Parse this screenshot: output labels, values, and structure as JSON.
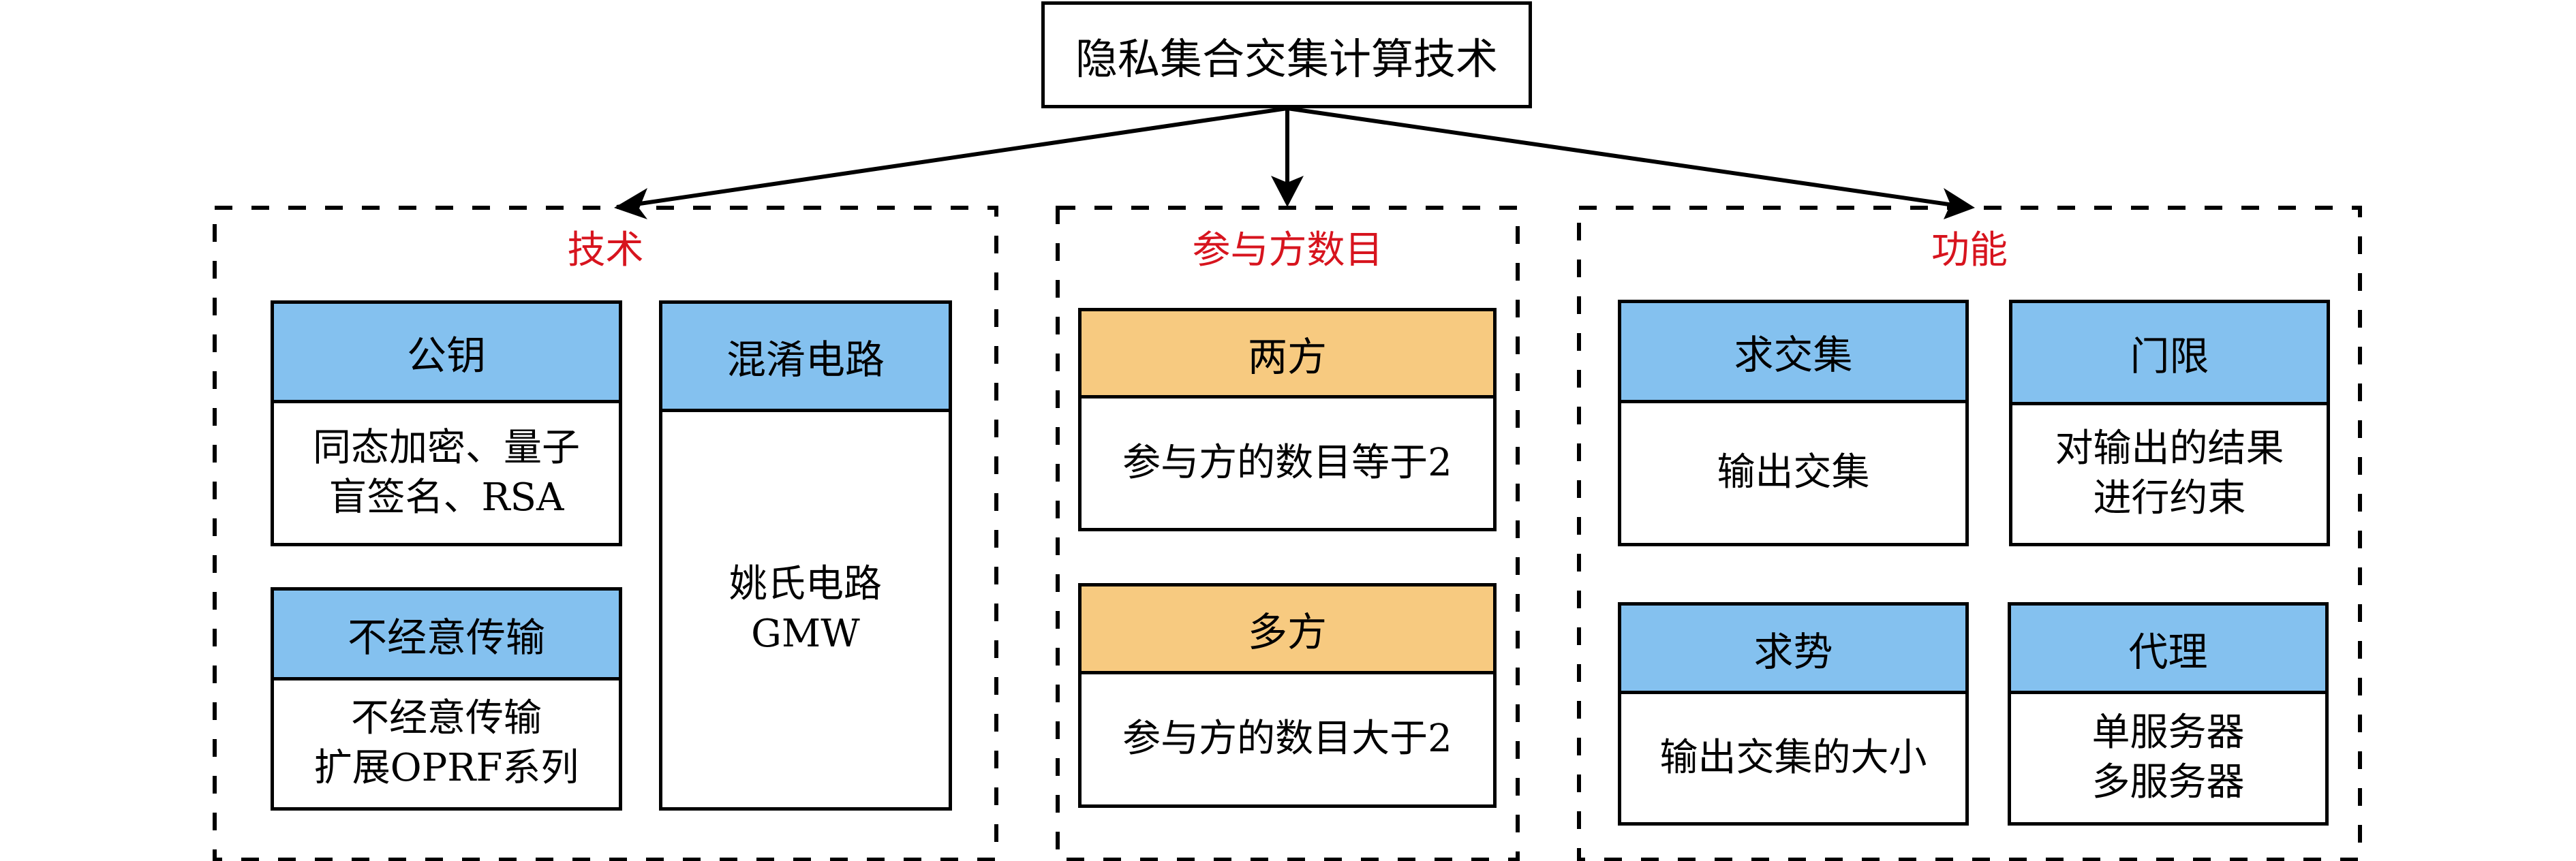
{
  "root": {
    "title": "隐私集合交集计算技术"
  },
  "colors": {
    "label_red": "#D7141E",
    "header_blue": "#84C1EF",
    "header_orange": "#F7CA80"
  },
  "groups": [
    {
      "label": "技术",
      "cards": [
        {
          "header": "公钥",
          "body": [
            "同态加密、量子",
            "盲签名、RSA"
          ]
        },
        {
          "header": "混淆电路",
          "body": [
            "姚氏电路",
            "GMW"
          ]
        },
        {
          "header": "不经意传输",
          "body": [
            "不经意传输",
            "扩展OPRF系列"
          ]
        }
      ]
    },
    {
      "label": "参与方数目",
      "cards": [
        {
          "header": "两方",
          "body": [
            "参与方的数目等于2"
          ]
        },
        {
          "header": "多方",
          "body": [
            "参与方的数目大于2"
          ]
        }
      ]
    },
    {
      "label": "功能",
      "cards": [
        {
          "header": "求交集",
          "body": [
            "输出交集"
          ]
        },
        {
          "header": "门限",
          "body": [
            "对输出的结果",
            "进行约束"
          ]
        },
        {
          "header": "求势",
          "body": [
            "输出交集的大小"
          ]
        },
        {
          "header": "代理",
          "body": [
            "单服务器",
            "多服务器"
          ]
        }
      ]
    }
  ]
}
